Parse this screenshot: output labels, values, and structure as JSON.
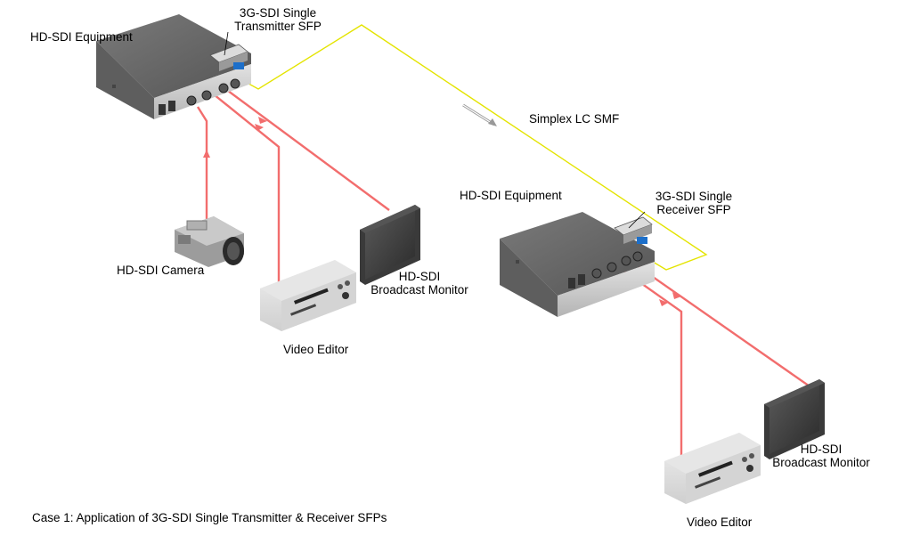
{
  "colors": {
    "fiber": "#e4e400",
    "cable": "#f26d6d",
    "chassis_top": "#6e6e6e",
    "chassis_front": "#c8c8c8",
    "sfp_blue": "#1d6fc9"
  },
  "labels": {
    "tx_equipment": "HD-SDI Equipment",
    "tx_sfp_line1": "3G-SDI Single",
    "tx_sfp_line2": "Transmitter SFP",
    "fiber": "Simplex LC SMF",
    "rx_equipment": "HD-SDI Equipment",
    "rx_sfp_line1": "3G-SDI Single",
    "rx_sfp_line2": "Receiver SFP",
    "camera": "HD-SDI Camera",
    "monitor1_line1": "HD-SDI",
    "monitor1_line2": "Broadcast Monitor",
    "editor1": "Video Editor",
    "monitor2_line1": "HD-SDI",
    "monitor2_line2": "Broadcast Monitor",
    "editor2": "Video Editor",
    "caption": "Case 1: Application of 3G-SDI Single Transmitter & Receiver SFPs"
  }
}
